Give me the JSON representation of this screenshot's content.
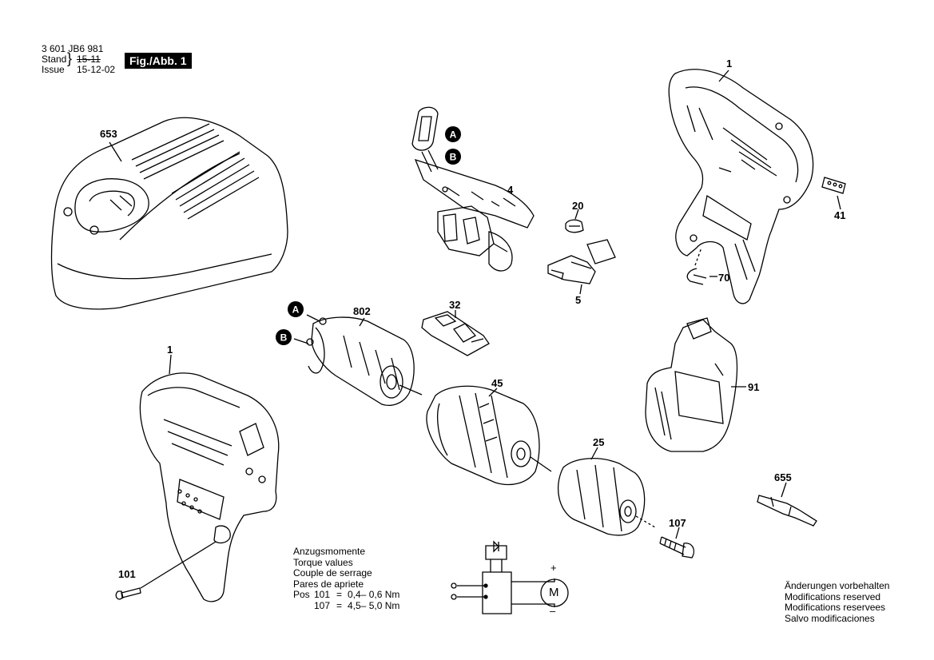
{
  "header": {
    "doc_number": "3 601 JB6 981",
    "stand_label": "Stand",
    "issue_label": "Issue",
    "stand_value_struck": "15-11",
    "issue_value": "15-12-02",
    "figure_label": "Fig./Abb. 1"
  },
  "parts": {
    "p653": "653",
    "p1_top": "1",
    "p1_body": "1",
    "p4": "4",
    "p20": "20",
    "p5": "5",
    "p41": "41",
    "p70": "70",
    "p802": "802",
    "p32": "32",
    "p45": "45",
    "p91": "91",
    "p25": "25",
    "p655": "655",
    "p107": "107",
    "p101": "101"
  },
  "markers": {
    "a_switch": "A",
    "b_switch": "B",
    "a_motor": "A",
    "b_motor": "B"
  },
  "torque": {
    "lines": [
      "Anzugsmomente",
      "Torque values",
      "Couple de serrage",
      "Pares de apriete"
    ],
    "pos_label": "Pos",
    "rows": [
      {
        "pos": "101",
        "eq": "=",
        "value": "0,4– 0,6 Nm"
      },
      {
        "pos": "107",
        "eq": "=",
        "value": "4,5– 5,0 Nm"
      }
    ]
  },
  "circuit": {
    "plus": "+",
    "minus": "–",
    "motor": "M"
  },
  "notes": {
    "lines": [
      "Änderungen vorbehalten",
      "Modifications reserved",
      "Modifications reservees",
      "Salvo modificaciones"
    ]
  }
}
